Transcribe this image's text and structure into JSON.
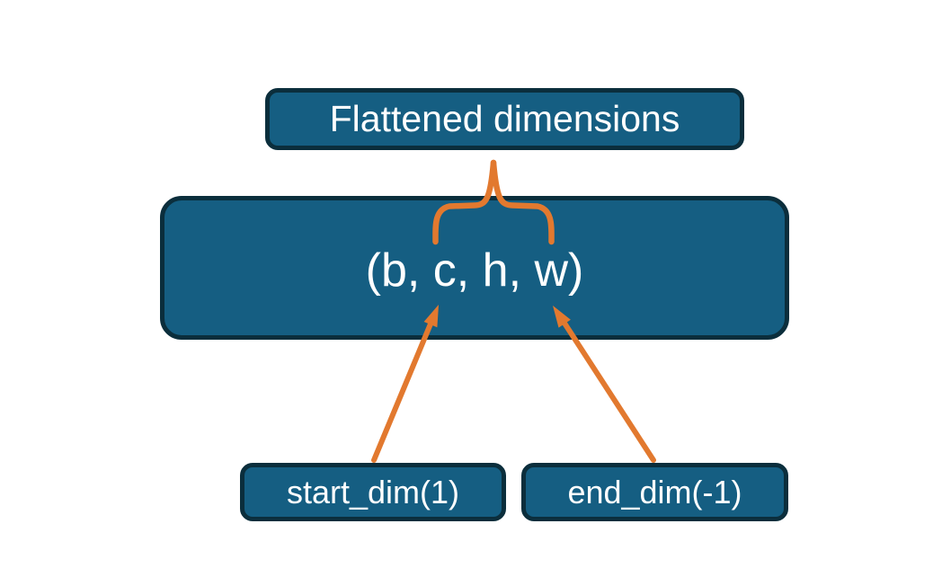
{
  "diagram": {
    "top_box": {
      "label": "Flattened dimensions"
    },
    "main_box": {
      "label": "(b, c, h, w)"
    },
    "start_box": {
      "label": "start_dim(1)"
    },
    "end_box": {
      "label": "end_dim(-1)"
    }
  },
  "colors": {
    "background": "#FFFFFF",
    "box_fill": "#155E82",
    "box_border": "#0B2E3C",
    "text": "#FFFFFF",
    "accent_orange": "#E2792F"
  }
}
